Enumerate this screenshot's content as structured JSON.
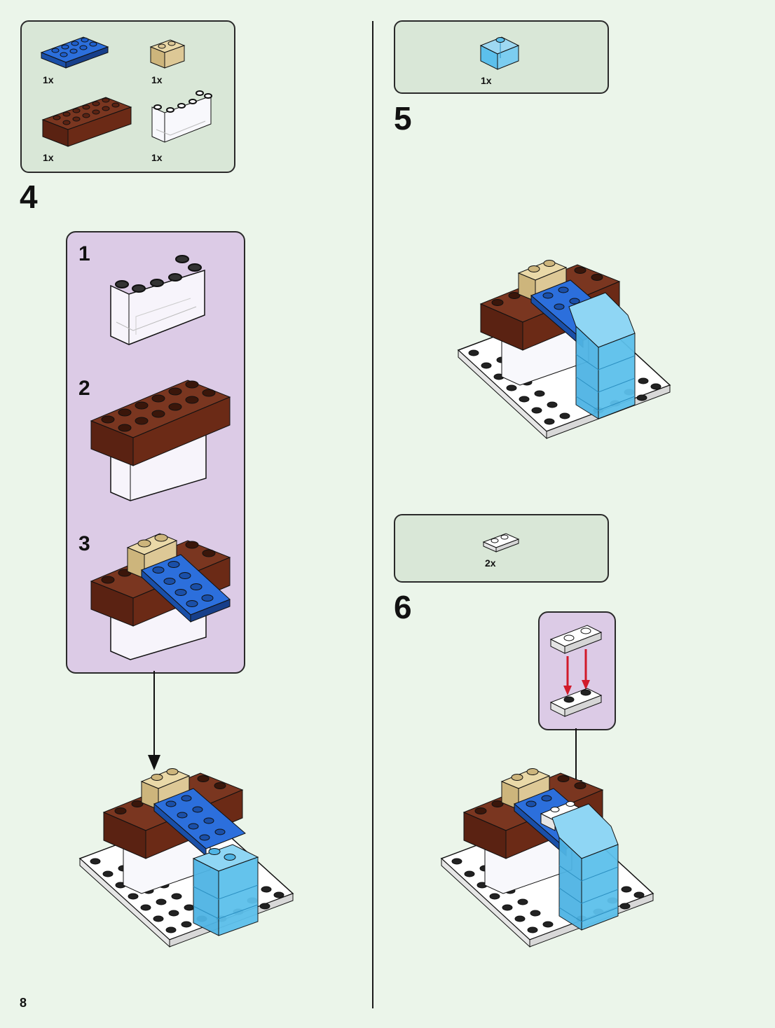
{
  "page": {
    "number": "8"
  },
  "colors": {
    "background": "#ebf5ea",
    "parts_box": "#d9e7d7",
    "callout": "#dccbe6",
    "blue": "#1f5fcc",
    "brown": "#6b2a16",
    "tan": "#ddc896",
    "trans_clear": "#f6f6fb",
    "trans_light_blue": "#5cc0ec",
    "white": "#ffffff",
    "arrow_red": "#d11a2a"
  },
  "step4": {
    "number": "4",
    "parts": [
      {
        "icon": "blue-plate-2x4-icon",
        "qty": "1x"
      },
      {
        "icon": "tan-brick-1x2-icon",
        "qty": "1x"
      },
      {
        "icon": "brown-brick-2x6-icon",
        "qty": "1x"
      },
      {
        "icon": "clear-panel-icon",
        "qty": "1x"
      }
    ],
    "substeps": [
      "1",
      "2",
      "3"
    ]
  },
  "step5": {
    "number": "5",
    "parts": [
      {
        "icon": "trans-light-blue-slope-icon",
        "qty": "1x"
      }
    ]
  },
  "step6": {
    "number": "6",
    "parts": [
      {
        "icon": "white-plate-1x2-icon",
        "qty": "2x"
      }
    ]
  }
}
